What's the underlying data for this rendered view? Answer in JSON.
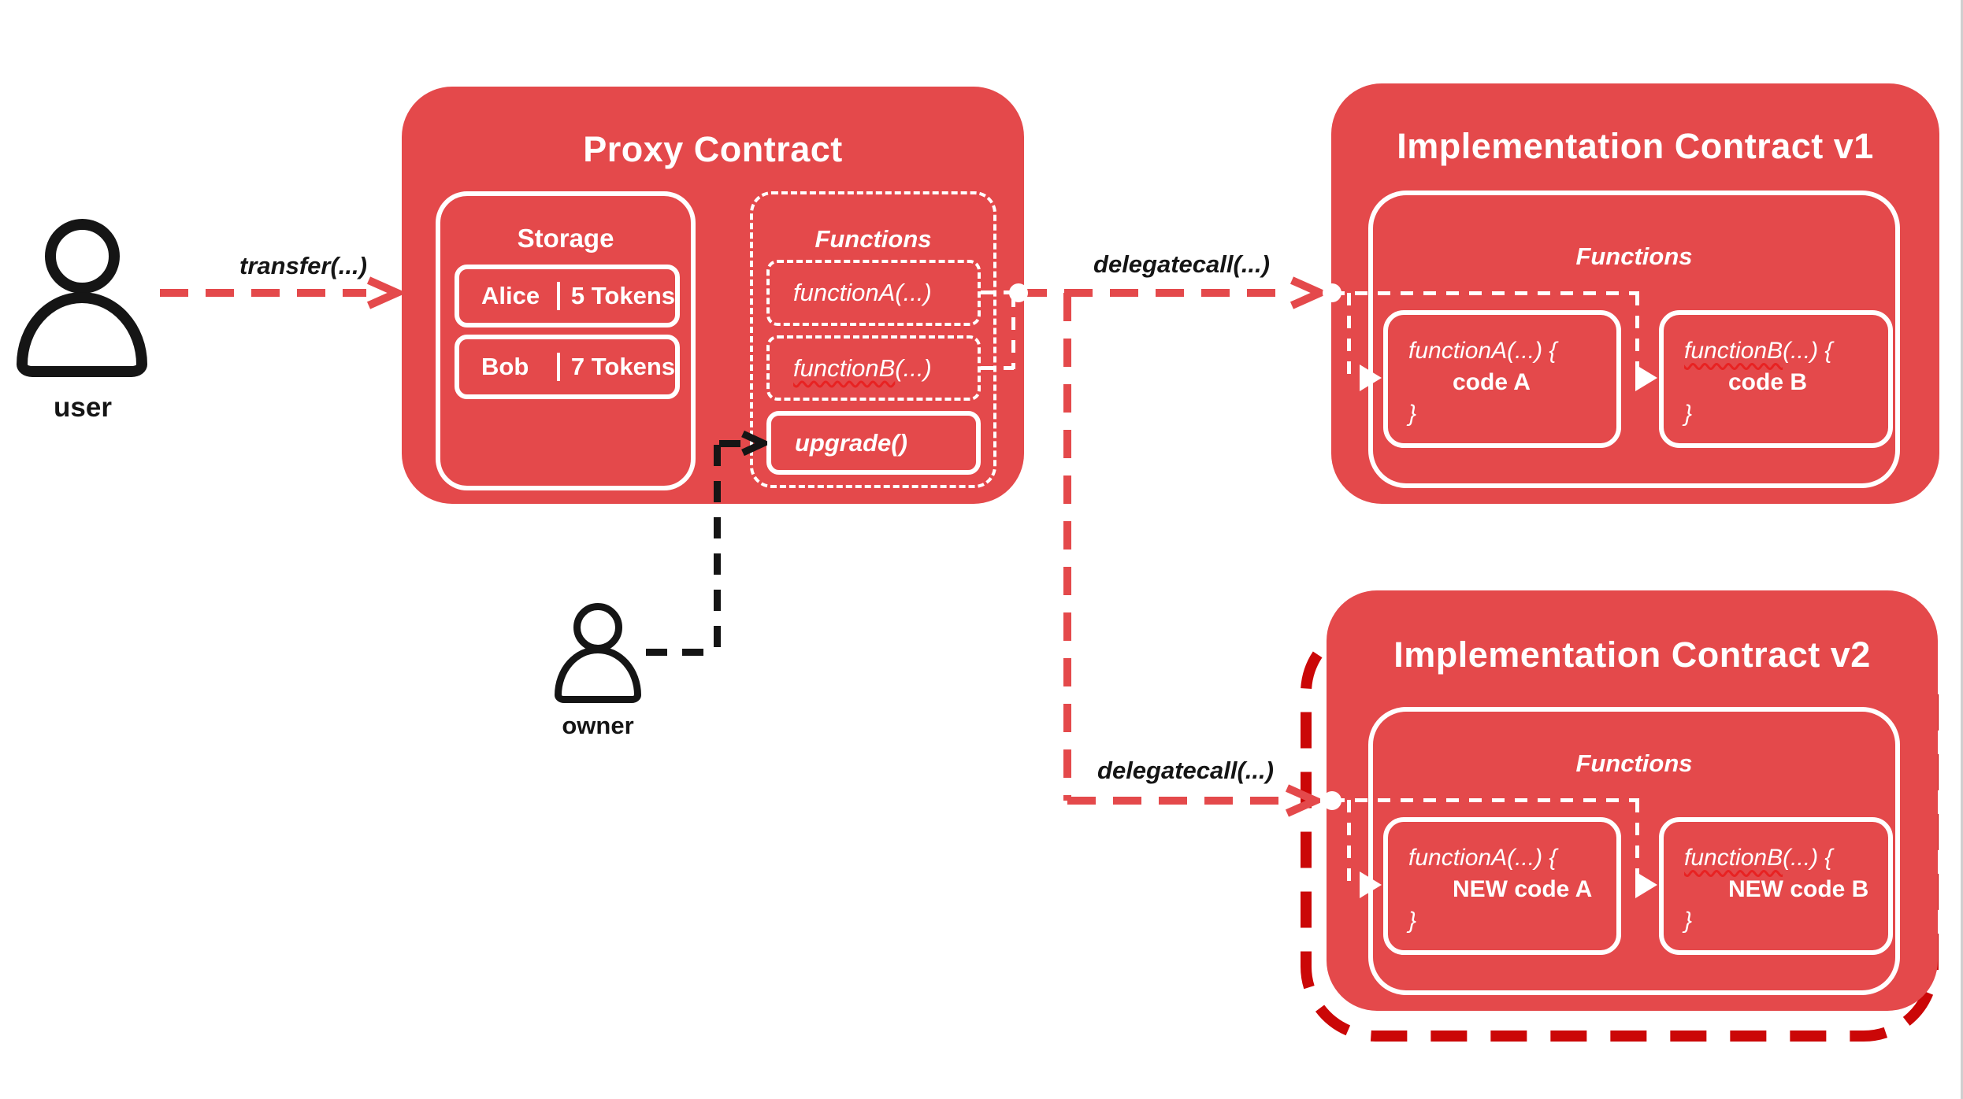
{
  "colors": {
    "primary_red": "#E4494B",
    "dark_red_dash": "#CB0707",
    "squiggle_red": "#E82222",
    "text_on_red": "#ffffff",
    "text_dark": "#151515"
  },
  "actors": {
    "user": {
      "label": "user"
    },
    "owner": {
      "label": "owner"
    }
  },
  "edges": {
    "transfer_label": "transfer(...)",
    "delegatecall_v1_label": "delegatecall(...)",
    "delegatecall_v2_label": "delegatecall(...)"
  },
  "proxy": {
    "title": "Proxy Contract",
    "storage": {
      "title": "Storage",
      "rows": [
        {
          "name": "Alice",
          "tokens": "5 Tokens"
        },
        {
          "name": "Bob",
          "tokens": "7 Tokens"
        }
      ]
    },
    "functions": {
      "title": "Functions",
      "function_a": "functionA(...)",
      "function_b_name": "functionB",
      "function_b_args": "(...)",
      "upgrade": "upgrade()"
    }
  },
  "implementation_v1": {
    "title": "Implementation Contract v1",
    "functions_title": "Functions",
    "function_a": {
      "signature": "functionA(...) {",
      "body": "code A",
      "close": "}"
    },
    "function_b": {
      "name": "functionB",
      "args": "(...) {",
      "body": "code B",
      "close": "}"
    }
  },
  "implementation_v2": {
    "title": "Implementation Contract v2",
    "functions_title": "Functions",
    "function_a": {
      "signature": "functionA(...) {",
      "body": "NEW code A",
      "close": "}"
    },
    "function_b": {
      "name": "functionB",
      "args": "(...) {",
      "body": "NEW code B",
      "close": "}"
    }
  }
}
